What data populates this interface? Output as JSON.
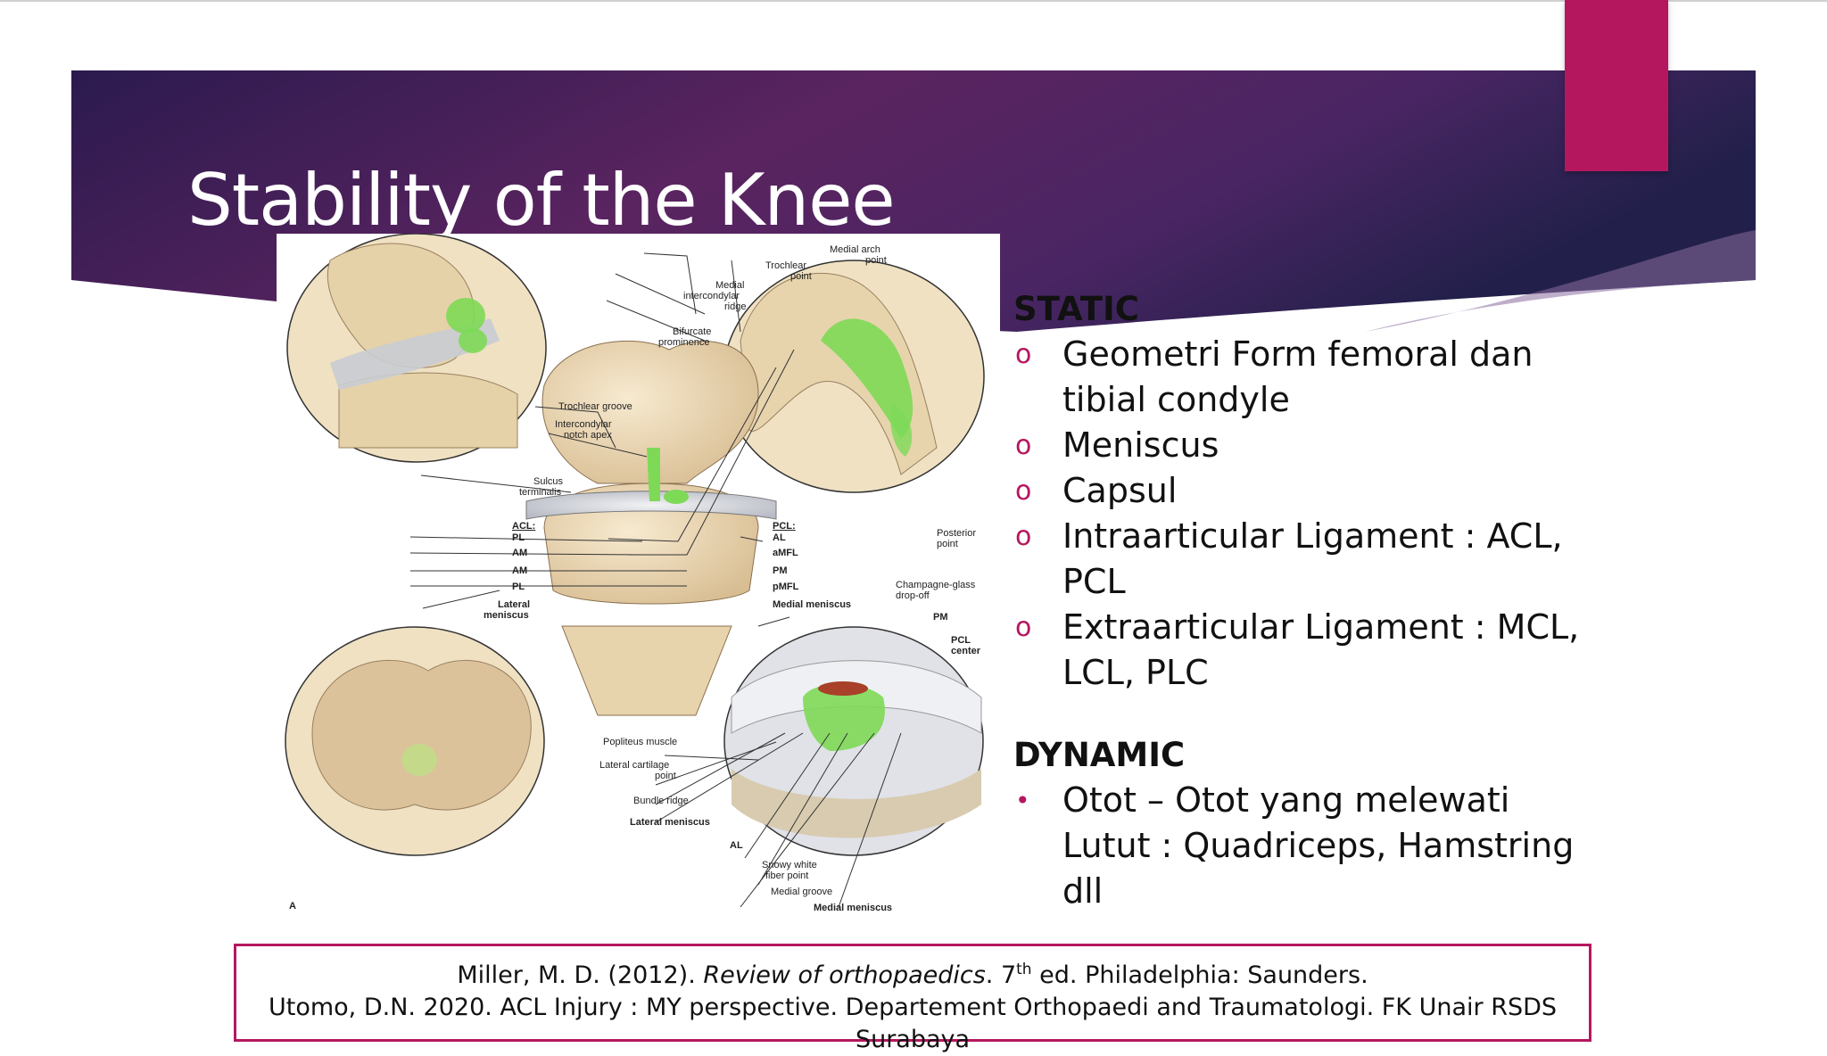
{
  "slide": {
    "title": "Stability of the Knee",
    "colors": {
      "banner_dark": "#2b1a4e",
      "banner_mid": "#5a2460",
      "accent": "#b5175f",
      "structure_green": "#7ed957"
    }
  },
  "figure": {
    "panel_letter": "A",
    "labels": {
      "medial_arch_point": "Medial arch",
      "medial_arch_point_2": "point",
      "trochlear_point": "Trochlear",
      "trochlear_point_2": "point",
      "medial_intercondylar_ridge": "Medial",
      "medial_intercondylar_ridge_2": "intercondylar",
      "medial_intercondylar_ridge_3": "ridge",
      "bifurcate_prominence": "Bifurcate",
      "bifurcate_prominence_2": "prominence",
      "trochlear_groove": "Trochlear groove",
      "intercondylar_notch_apex": "Intercondylar",
      "intercondylar_notch_apex_2": "notch apex",
      "sulcus_terminalis": "Sulcus",
      "sulcus_terminalis_2": "terminalis",
      "acl": "ACL:",
      "acl_pl": "PL",
      "acl_am": "AM",
      "am2": "AM",
      "pl2": "PL",
      "lateral_meniscus_left": "Lateral",
      "lateral_meniscus_left_2": "meniscus",
      "pcl": "PCL:",
      "pcl_al": "AL",
      "amfl": "aMFL",
      "pm": "PM",
      "pmfl": "pMFL",
      "medial_meniscus_mid": "Medial meniscus",
      "posterior_point": "Posterior",
      "posterior_point_2": "point",
      "champagne_glass": "Champagne-glass",
      "champagne_glass_2": "drop-off",
      "pm_right": "PM",
      "pcl_center": "PCL",
      "pcl_center_2": "center",
      "popliteus_muscle": "Popliteus muscle",
      "lateral_cartilage_point": "Lateral cartilage",
      "lateral_cartilage_point_2": "point",
      "bundle_ridge": "Bundle ridge",
      "lateral_meniscus_bottom": "Lateral meniscus",
      "al_bottom": "AL",
      "snowy_white": "Snowy white",
      "snowy_white_2": "fiber point",
      "medial_groove": "Medial groove",
      "medial_meniscus_bottom": "Medial meniscus"
    }
  },
  "static_section": {
    "heading": "STATIC",
    "marker": "o",
    "items": [
      {
        "line1": "Geometri Form femoral dan",
        "line2": "tibial condyle"
      },
      {
        "line1": "Meniscus",
        "line2": ""
      },
      {
        "line1": "Capsul",
        "line2": ""
      },
      {
        "line1": "Intraarticular Ligament : ACL,",
        "line2": "PCL"
      },
      {
        "line1": "Extraarticular Ligament : MCL,",
        "line2": "LCL, PLC"
      }
    ]
  },
  "dynamic_section": {
    "heading": "DYNAMIC",
    "marker": "•",
    "items": [
      {
        "line1": "Otot – Otot yang melewati",
        "line2": "Lutut : Quadriceps, Hamstring",
        "line3": "dll"
      }
    ]
  },
  "references": {
    "ref1_pre": "Miller, M. D. (2012). ",
    "ref1_italic": "Review of orthopaedics",
    "ref1_mid": ". 7",
    "ref1_sup": "th",
    "ref1_post": " ed. Philadelphia: Saunders.",
    "ref2": "Utomo, D.N. 2020. ACL Injury : MY perspective. Departement Orthopaedi and Traumatologi. FK Unair RSDS Surabaya"
  }
}
